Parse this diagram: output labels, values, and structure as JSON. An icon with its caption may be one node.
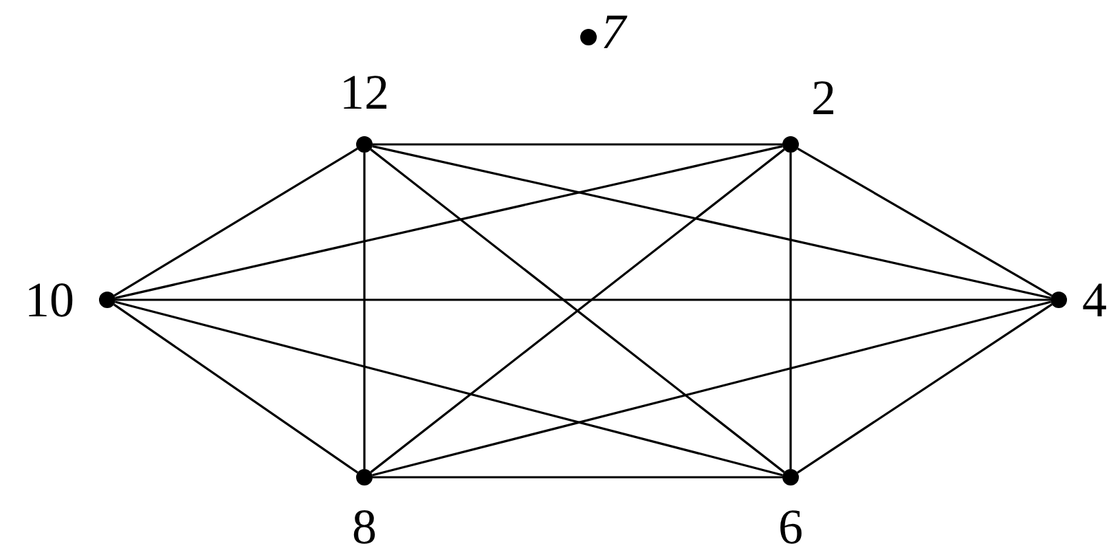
{
  "diagram": {
    "nodes": [
      {
        "text": [],
        "shape": "circle",
        "beside": [
          "7"
        ]
      },
      {
        "text": [],
        "shape": "circle",
        "beside": [
          "12"
        ]
      },
      {
        "text": [],
        "shape": "circle",
        "beside": [
          "2"
        ]
      },
      {
        "text": [],
        "shape": "circle",
        "beside": [
          "10"
        ]
      },
      {
        "text": [],
        "shape": "circle",
        "beside": [
          "4"
        ]
      },
      {
        "text": [],
        "shape": "circle",
        "beside": [
          "8"
        ]
      },
      {
        "text": [],
        "shape": "circle",
        "beside": [
          "6"
        ]
      }
    ],
    "edges": [
      {
        "from": 1,
        "to": 2,
        "arrow": "none"
      },
      {
        "from": 1,
        "to": 3,
        "arrow": "none"
      },
      {
        "from": 1,
        "to": 4,
        "arrow": "none"
      },
      {
        "from": 1,
        "to": 5,
        "arrow": "none"
      },
      {
        "from": 1,
        "to": 6,
        "arrow": "none"
      },
      {
        "from": 2,
        "to": 3,
        "arrow": "none"
      },
      {
        "from": 2,
        "to": 4,
        "arrow": "none"
      },
      {
        "from": 2,
        "to": 5,
        "arrow": "none"
      },
      {
        "from": 2,
        "to": 6,
        "arrow": "none"
      },
      {
        "from": 3,
        "to": 4,
        "arrow": "none"
      },
      {
        "from": 3,
        "to": 5,
        "arrow": "none"
      },
      {
        "from": 3,
        "to": 6,
        "arrow": "none"
      },
      {
        "from": 4,
        "to": 5,
        "arrow": "none"
      },
      {
        "from": 4,
        "to": 6,
        "arrow": "none"
      },
      {
        "from": 5,
        "to": 6,
        "arrow": "none"
      }
    ]
  }
}
